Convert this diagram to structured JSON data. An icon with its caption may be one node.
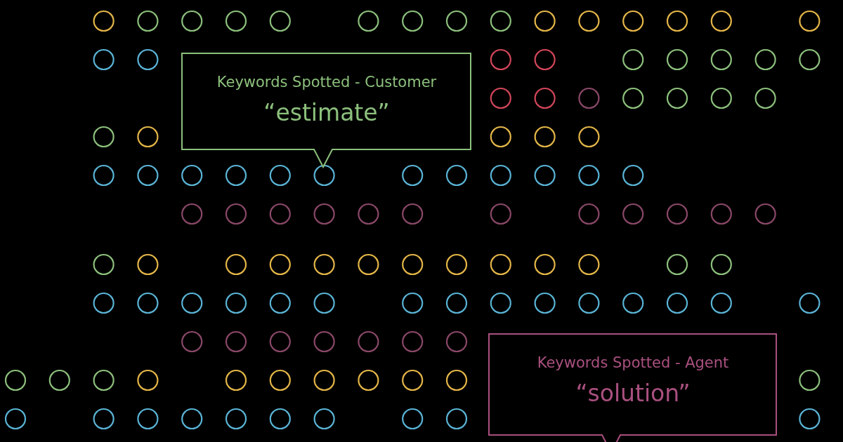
{
  "diagram": {
    "nodes": [
      {
        "text": [
          "Keywords Spotted - Customer",
          "“estimate”"
        ]
      },
      {
        "text": [
          "Keywords Spotted - Agent",
          "“solution”"
        ]
      }
    ]
  }
}
